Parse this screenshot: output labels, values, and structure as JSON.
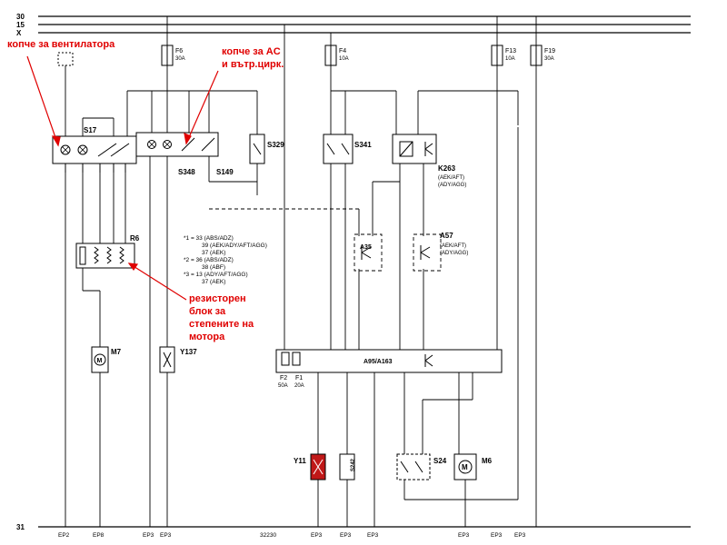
{
  "bus": {
    "labels": [
      "30",
      "15",
      "X",
      "31"
    ]
  },
  "fuses": [
    {
      "id": "F6",
      "rating": "30A"
    },
    {
      "id": "F4",
      "rating": "10A"
    },
    {
      "id": "F13",
      "rating": "10A"
    },
    {
      "id": "F19",
      "rating": "30A"
    }
  ],
  "components": {
    "s17": "S17",
    "s348": "S348",
    "s149": "S149",
    "s329": "S329",
    "s341": "S341",
    "k263": "K263",
    "k263_note1": "(AEK/AFT)",
    "k263_note2": "(ADY/AGG)",
    "r6": "R6",
    "a35": "A35",
    "a57": "A57",
    "a57_note1": "(AEK/AFT)",
    "a57_note2": "(ADY/AGG)",
    "m7": "M7",
    "y137": "Y137",
    "a95": "A95/A163",
    "f2": "F2",
    "f2_rating": "50A",
    "f1": "F1",
    "f1_rating": "20A",
    "y11": "Y11",
    "s242": "S242",
    "s24": "S24",
    "m6": "M6",
    "ground_ref": "32230"
  },
  "footnotes": [
    "*1 = 33 (ABS/ADZ)",
    "39 (AEK/ADY/AFT/AGG)",
    "37 (AEK)",
    "*2 = 36 (ABS/ADZ)",
    "38 (ABF)",
    "*3 = 13 (ADY/AFT/AGG)",
    "37 (AEK)"
  ],
  "grounds": [
    "EP2",
    "EP8",
    "EP3",
    "EP3",
    "EP3",
    "EP3",
    "EP3",
    "EP3",
    "EP3",
    "EP3"
  ],
  "annotations": {
    "fan_switch": "копче за вентилатора",
    "ac_switch": "копче за AC\nи вътр.цирк.",
    "resistor_block": "резисторен\nблок за\nстепените на\nмотора"
  },
  "colors": {
    "wire": "#000000",
    "annotation": "#e00000",
    "y11_fill": "#c01818"
  }
}
